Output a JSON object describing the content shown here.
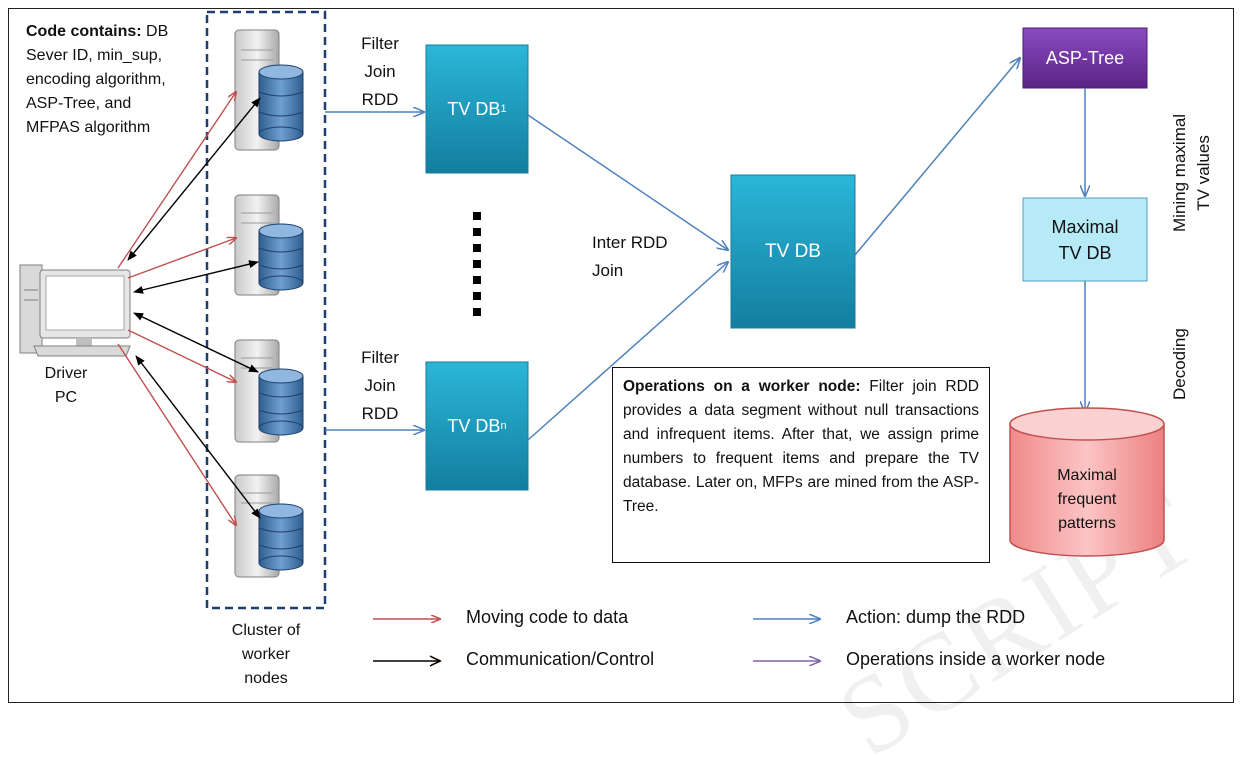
{
  "code_note": {
    "bold": "Code contains:",
    "text": " DB Sever ID, min_sup, encoding algorithm, ASP-Tree, and MFPAS algorithm"
  },
  "driver": {
    "line1": "Driver",
    "line2": "PC"
  },
  "cluster": {
    "line1": "Cluster of",
    "line2": "worker",
    "line3": "nodes"
  },
  "filter_top": {
    "l1": "Filter",
    "l2": "Join",
    "l3": "RDD"
  },
  "filter_bottom": {
    "l1": "Filter",
    "l2": "Join",
    "l3": "RDD"
  },
  "tvdb1": {
    "main": "TV DB",
    "sub": "1"
  },
  "tvdbn": {
    "main": "TV DB",
    "sub": "n"
  },
  "inter_rdd": {
    "l1": "Inter RDD",
    "l2": "Join"
  },
  "tvdb": "TV DB",
  "asp_tree": "ASP-Tree",
  "maximal_tvdb": {
    "l1": "Maximal",
    "l2": "TV DB"
  },
  "maximal_patterns": {
    "l1": "Maximal",
    "l2": "frequent",
    "l3": "patterns"
  },
  "side_mining": {
    "l1": "Mining  maximal",
    "l2": "TV values"
  },
  "side_decoding": "Decoding",
  "ops": {
    "bold": "Operations on a worker node:",
    "text": " Filter join RDD provides a data segment without null transactions and infrequent items. After that, we assign prime numbers to frequent items and prepare the TV database. Later on, MFPs are mined from the ASP-Tree."
  },
  "legend": {
    "moving": "Moving code to data",
    "communication": "Communication/Control",
    "action": "Action: dump the RDD",
    "operations": "Operations inside a worker node"
  },
  "watermark": "SCRIPT",
  "colors": {
    "red_arrow": "#c0504d",
    "black_arrow": "#000000",
    "blue_arrow": "#4f81bd",
    "purple_arrow": "#8064a2",
    "teal_box": "#1f9fc4",
    "asp_tree": "#7030a0",
    "maximal_box": "#b7eaf7",
    "cylinder": "#f5a0a0"
  }
}
